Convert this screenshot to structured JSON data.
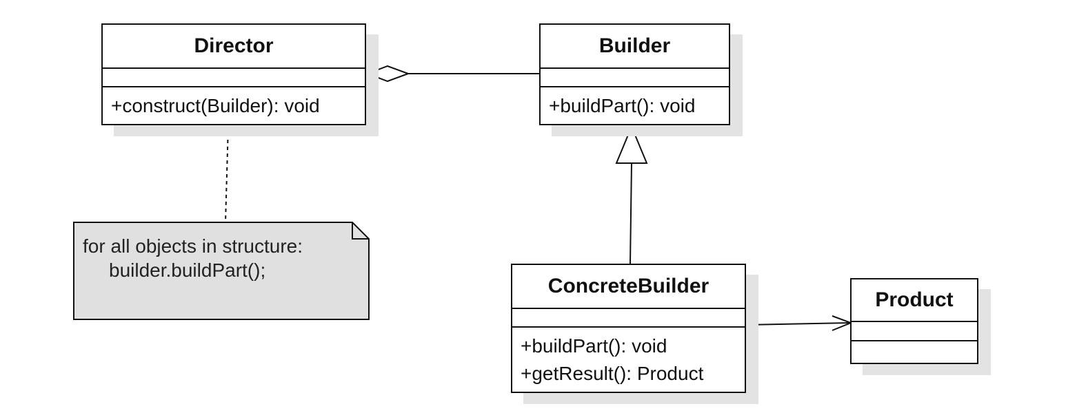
{
  "classes": {
    "director": {
      "name": "Director",
      "operations": [
        "+construct(Builder): void"
      ]
    },
    "builder": {
      "name": "Builder",
      "operations": [
        "+buildPart(): void"
      ]
    },
    "concrete_builder": {
      "name": "ConcreteBuilder",
      "operations": [
        "+buildPart(): void",
        "+getResult(): Product"
      ]
    },
    "product": {
      "name": "Product",
      "operations": []
    }
  },
  "note": {
    "lines": [
      "for all objects in structure:",
      "builder.buildPart();"
    ]
  },
  "colors": {
    "line": "#111111",
    "shadow": "#e3e3e3",
    "note_fill": "#e0e0e0"
  }
}
